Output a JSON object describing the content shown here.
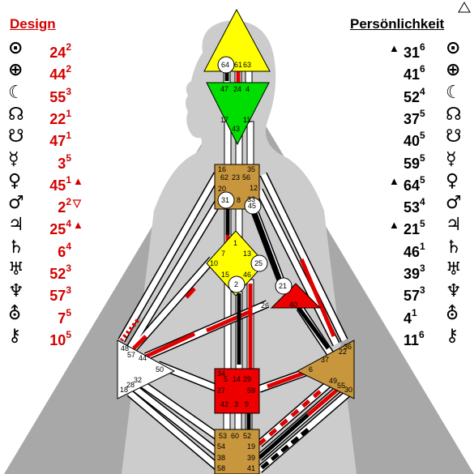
{
  "logo_symbol": "△",
  "design": {
    "title": "Design",
    "color": "#d40000",
    "rows": [
      {
        "icon": "sun-icon",
        "symbol": "⊙",
        "gate": "24",
        "line": "2",
        "mark": ""
      },
      {
        "icon": "earth-icon",
        "symbol": "⊕",
        "gate": "44",
        "line": "2",
        "mark": ""
      },
      {
        "icon": "moon-icon",
        "symbol": "☾",
        "gate": "55",
        "line": "3",
        "mark": ""
      },
      {
        "icon": "north-node-icon",
        "symbol": "☊",
        "gate": "22",
        "line": "1",
        "mark": ""
      },
      {
        "icon": "south-node-icon",
        "symbol": "☋",
        "gate": "47",
        "line": "1",
        "mark": ""
      },
      {
        "icon": "mercury-icon",
        "symbol": "☿",
        "gate": "3",
        "line": "5",
        "mark": ""
      },
      {
        "icon": "venus-icon",
        "symbol": "♀",
        "gate": "45",
        "line": "1",
        "mark": "▲"
      },
      {
        "icon": "mars-icon",
        "symbol": "♂",
        "gate": "2",
        "line": "2",
        "mark": "▽"
      },
      {
        "icon": "jupiter-icon",
        "symbol": "♃",
        "gate": "25",
        "line": "4",
        "mark": "▲"
      },
      {
        "icon": "saturn-icon",
        "symbol": "♄",
        "gate": "6",
        "line": "4",
        "mark": ""
      },
      {
        "icon": "uranus-icon",
        "symbol": "♅",
        "gate": "52",
        "line": "3",
        "mark": ""
      },
      {
        "icon": "neptune-icon",
        "symbol": "♆",
        "gate": "57",
        "line": "3",
        "mark": ""
      },
      {
        "icon": "pluto-icon",
        "symbol": "⛢",
        "gate": "7",
        "line": "5",
        "mark": ""
      },
      {
        "icon": "chiron-icon",
        "symbol": "⚷",
        "gate": "10",
        "line": "5",
        "mark": ""
      }
    ]
  },
  "personality": {
    "title": "Persönlichkeit",
    "color": "#000000",
    "rows": [
      {
        "icon": "sun-icon",
        "symbol": "⊙",
        "gate": "31",
        "line": "6",
        "mark": "▲"
      },
      {
        "icon": "earth-icon",
        "symbol": "⊕",
        "gate": "41",
        "line": "6",
        "mark": ""
      },
      {
        "icon": "moon-icon",
        "symbol": "☾",
        "gate": "52",
        "line": "4",
        "mark": ""
      },
      {
        "icon": "north-node-icon",
        "symbol": "☊",
        "gate": "37",
        "line": "5",
        "mark": ""
      },
      {
        "icon": "south-node-icon",
        "symbol": "☋",
        "gate": "40",
        "line": "5",
        "mark": ""
      },
      {
        "icon": "mercury-icon",
        "symbol": "☿",
        "gate": "59",
        "line": "5",
        "mark": ""
      },
      {
        "icon": "venus-icon",
        "symbol": "♀",
        "gate": "64",
        "line": "5",
        "mark": "▲"
      },
      {
        "icon": "mars-icon",
        "symbol": "♂",
        "gate": "53",
        "line": "4",
        "mark": ""
      },
      {
        "icon": "jupiter-icon",
        "symbol": "♃",
        "gate": "21",
        "line": "5",
        "mark": "▲"
      },
      {
        "icon": "saturn-icon",
        "symbol": "♄",
        "gate": "46",
        "line": "1",
        "mark": ""
      },
      {
        "icon": "uranus-icon",
        "symbol": "♅",
        "gate": "39",
        "line": "3",
        "mark": ""
      },
      {
        "icon": "neptune-icon",
        "symbol": "♆",
        "gate": "57",
        "line": "3",
        "mark": ""
      },
      {
        "icon": "pluto-icon",
        "symbol": "⛢",
        "gate": "4",
        "line": "1",
        "mark": ""
      },
      {
        "icon": "chiron-icon",
        "symbol": "⚷",
        "gate": "11",
        "line": "6",
        "mark": ""
      }
    ]
  },
  "centers": {
    "head": {
      "gates": [
        "64",
        "61",
        "63"
      ],
      "color": "#ffff00"
    },
    "ajna": {
      "gates": [
        "47",
        "24",
        "4",
        "17",
        "11",
        "43"
      ],
      "color": "#00dd00"
    },
    "throat": {
      "gates": [
        "16",
        "62",
        "23",
        "56",
        "35",
        "12",
        "20",
        "31",
        "8",
        "33",
        "45"
      ],
      "color": "#c8963c"
    },
    "g_center": {
      "gates": [
        "1",
        "7",
        "13",
        "10",
        "25",
        "15",
        "46",
        "2"
      ],
      "color": "#ffff00"
    },
    "ego": {
      "gates": [
        "21",
        "26",
        "40"
      ],
      "color": "#ee0000"
    },
    "spleen": {
      "gates": [
        "48",
        "57",
        "44",
        "50",
        "32",
        "28",
        "18"
      ],
      "color": "#ffffff"
    },
    "solar_plexus": {
      "gates": [
        "36",
        "22",
        "37",
        "6",
        "49",
        "55",
        "30"
      ],
      "color": "#c8963c"
    },
    "sacral": {
      "gates": [
        "34",
        "5",
        "14",
        "29",
        "27",
        "59",
        "42",
        "3",
        "9"
      ],
      "color": "#ee0000"
    },
    "root": {
      "gates": [
        "53",
        "60",
        "52",
        "54",
        "19",
        "38",
        "39",
        "58",
        "41"
      ],
      "color": "#c8963c"
    }
  }
}
